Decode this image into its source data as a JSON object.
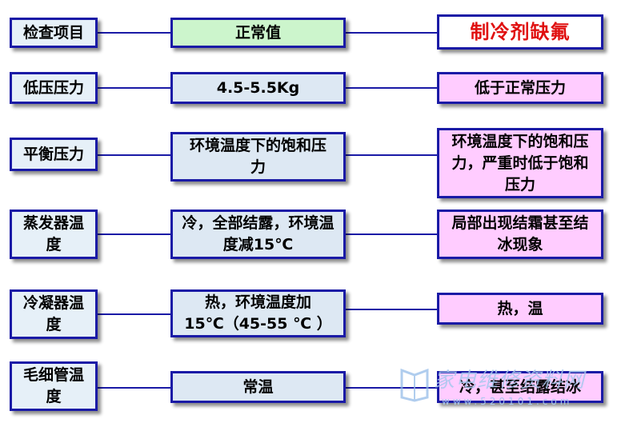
{
  "header": {
    "left": "检查项目",
    "mid": "正常值",
    "right": "制冷剂缺氟"
  },
  "rows": [
    {
      "left": "低压压力",
      "mid": "4.5-5.5Kg",
      "right": "低于正常压力"
    },
    {
      "left": "平衡压力",
      "mid": "环境温度下的饱和压力",
      "right": "环境温度下的饱和压力，严重时低于饱和压力"
    },
    {
      "left": "蒸发器温度",
      "mid": "冷，全部结露，环境温度减15℃",
      "right": "局部出现结霜甚至结冰现象"
    },
    {
      "left": "冷凝器温度",
      "mid": "热，环境温度加15℃（45-55 ℃ ）",
      "right": "热，温"
    },
    {
      "left": "毛细管温度",
      "mid": "常温",
      "right": "冷，甚至结露结冰"
    }
  ],
  "watermark": {
    "text": "家电维修资料网",
    "sub": "www.520101.com"
  },
  "colors": {
    "border": "#1a1aa6",
    "header_mid_bg": "#ccf5cc",
    "mid_bg": "#dde8f3",
    "right_bg": "#ffccff",
    "left_bg": "#e6f0f8",
    "highlight_text": "#e01010"
  }
}
